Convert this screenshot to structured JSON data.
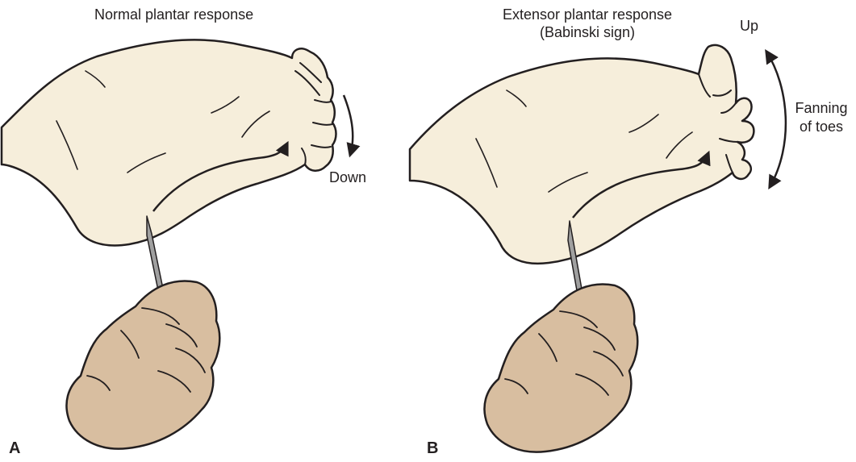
{
  "panels": [
    {
      "letter": "A",
      "title": "Normal plantar response",
      "direction_label": "Down"
    },
    {
      "letter": "B",
      "title_line1": "Extensor plantar response",
      "title_line2": "(Babinski sign)",
      "direction_label": "Up",
      "fanning_line1": "Fanning",
      "fanning_line2": "of toes"
    }
  ],
  "colors": {
    "skin_foot": "#f6eedb",
    "skin_hand": "#d8bea0",
    "outline": "#231f20",
    "needle": "#a0a0a0"
  }
}
